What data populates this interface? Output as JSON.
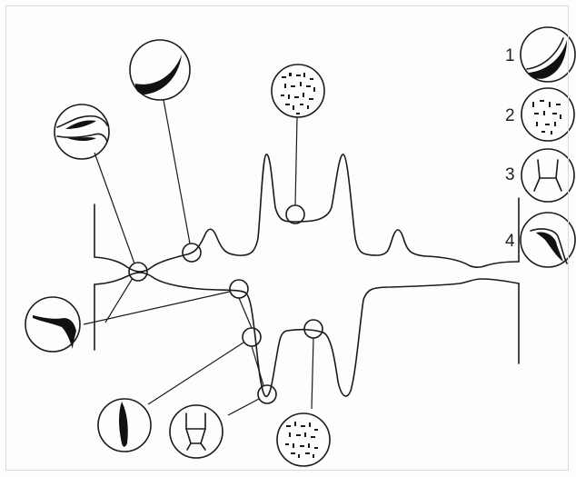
{
  "legend": {
    "items": [
      {
        "number": "1",
        "icon": "crescent-blob-icon"
      },
      {
        "number": "2",
        "icon": "dotted-chromatin-icon"
      },
      {
        "number": "3",
        "icon": "hourglass-outline-icon"
      },
      {
        "number": "4",
        "icon": "hook-curve-icon"
      }
    ]
  },
  "colors": {
    "ink": "#1a1a1a",
    "background": "#fdfdfd"
  }
}
